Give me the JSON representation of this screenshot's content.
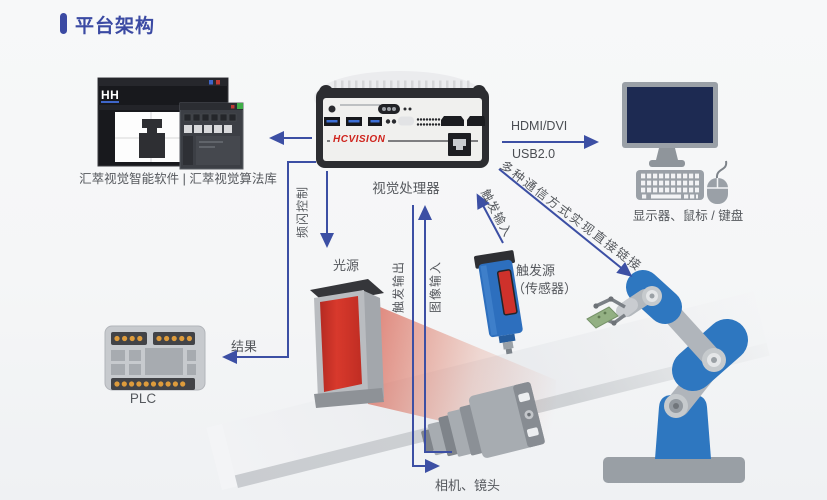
{
  "title": "平台架构",
  "software": {
    "caption": "汇萃视觉智能软件 | 汇萃视觉算法库",
    "logo": "HH"
  },
  "processor": {
    "caption": "视觉处理器",
    "brand": "HCVISION"
  },
  "display": {
    "caption": "显示器、鼠标 / 键盘"
  },
  "connections": {
    "hdmi": "HDMI/DVI",
    "usb": "USB2.0",
    "comm_link": "多种通信方式实现直接链接",
    "trigger_input": "触发输入",
    "strobe_control": "频闪控制",
    "trigger_output": "触发输出",
    "image_input": "图像输入",
    "result": "结果"
  },
  "light_source": {
    "label": "光源"
  },
  "sensor": {
    "label_line1": "触发源",
    "label_line2": "（传感器）"
  },
  "plc": {
    "label": "PLC"
  },
  "camera": {
    "label": "相机、镜头"
  },
  "colors": {
    "accent_blue": "#3c4fa4",
    "title_blue": "#3b4aa3",
    "label_gray": "#55585d",
    "brand_red": "#cf241d",
    "robot_blue": "#2e77c0",
    "light_red": "#ce312a",
    "screen_navy": "#1d2a52"
  }
}
